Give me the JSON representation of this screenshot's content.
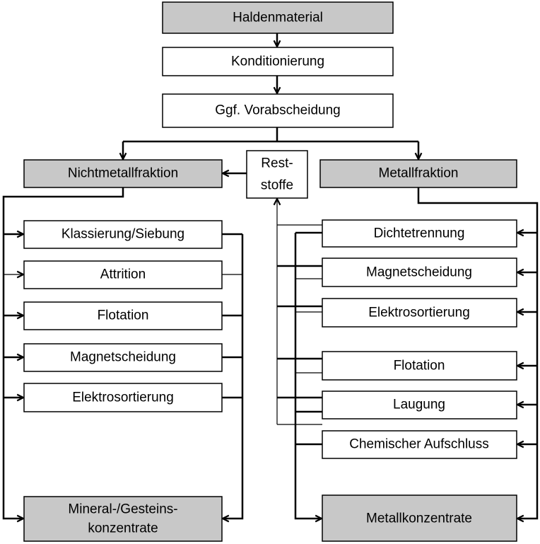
{
  "diagram": {
    "top": {
      "source": "Haldenmaterial",
      "step1": "Konditionierung",
      "step2": "Ggf. Vorabscheidung"
    },
    "residues": {
      "lines": [
        "Rest-",
        "stoffe"
      ]
    },
    "nonmetal": {
      "title": "Nichtmetallfraktion",
      "processes": [
        "Klassierung/Siebung",
        "Attrition",
        "Flotation",
        "Magnetscheidung",
        "Elektrosortierung"
      ],
      "output": {
        "lines": [
          "Mineral-/Gesteins-",
          "konzentrate"
        ]
      }
    },
    "metal": {
      "title": "Metallfraktion",
      "processes": [
        "Dichtetrennung",
        "Magnetscheidung",
        "Elektrosortierung",
        "Flotation",
        "Laugung",
        "Chemischer Aufschluss"
      ],
      "output": "Metallkonzentrate"
    }
  },
  "colors": {
    "highlight_fill": "#c8c8c8",
    "box_fill": "#ffffff",
    "line": "#000000"
  }
}
